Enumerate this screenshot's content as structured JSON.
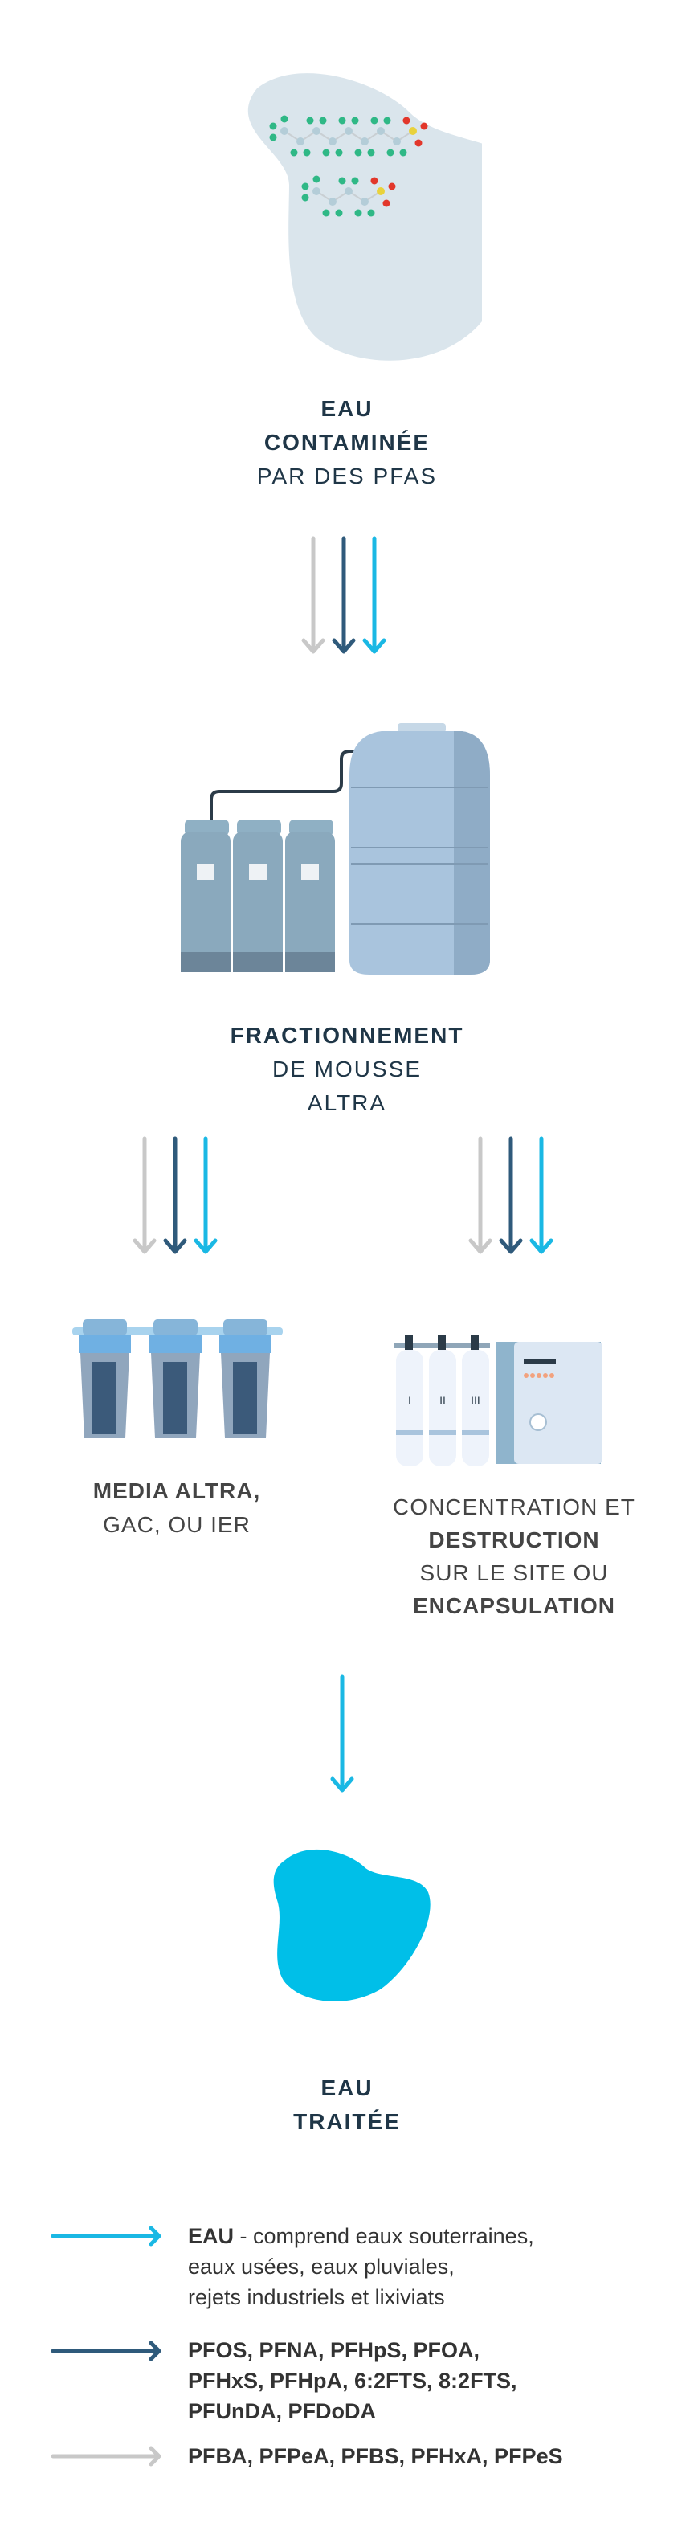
{
  "colors": {
    "cyan": "#1ab8e4",
    "navy": "#2f5a7b",
    "gray": "#c8c8c8",
    "title": "#1f3647"
  },
  "contaminated": {
    "line1": "EAU",
    "line2": "CONTAMINÉE",
    "line3": "PAR DES PFAS"
  },
  "fractionation": {
    "line1": "FRACTIONNEMENT",
    "line2": "DE MOUSSE",
    "line3": "ALTRA"
  },
  "media": {
    "line1": "MEDIA ALTRA,",
    "line2": "GAC, OU IER"
  },
  "concentration": {
    "line1": "CONCENTRATION ET",
    "line2": "DESTRUCTION",
    "line3": "SUR LE SITE OU",
    "line4": "ENCAPSULATION"
  },
  "bottle_labels": [
    "I",
    "II",
    "III"
  ],
  "treated": {
    "line1": "EAU",
    "line2": "TRAITÉE"
  },
  "legend": [
    {
      "color": "cyan",
      "bold": "EAU",
      "text": " - comprend eaux souterraines,",
      "line2": "eaux usées, eaux pluviales,",
      "line3": "rejets industriels et lixiviats"
    },
    {
      "color": "navy",
      "line1": "PFOS, PFNA, PFHpS, PFOA,",
      "line2": "PFHxS, PFHpA, 6:2FTS, 8:2FTS,",
      "line3": "PFUnDA, PFDoDA"
    },
    {
      "color": "gray",
      "line1": "PFBA, PFPeA, PFBS, PFHxA, PFPeS"
    }
  ]
}
